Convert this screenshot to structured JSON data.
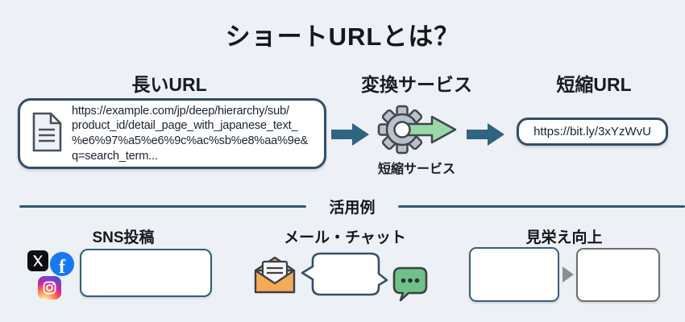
{
  "title": "ショートURLとは？",
  "flow": {
    "long_url": {
      "heading": "長いURL",
      "lines": [
        "https://example.com/jp/deep/hierarchy/sub/",
        "product_id/detail_page_with_japanese_text_",
        "%e6%97%a5%e6%9c%ac%sb%e8%aa%9e&",
        "q=search_term..."
      ],
      "icon": "document-icon"
    },
    "service": {
      "heading": "変換サービス",
      "caption": "短縮サービス",
      "icons": [
        "gear-icon",
        "green-output-arrow"
      ]
    },
    "short_url": {
      "heading": "短縮URL",
      "url": "https://bit.ly/3xYzWvU"
    },
    "connector_icons": [
      "flow-arrow-right",
      "flow-arrow-right"
    ]
  },
  "examples": {
    "divider_label": "活用例",
    "sections": [
      {
        "heading": "SNS投稿",
        "icons": [
          "x-icon",
          "facebook-icon",
          "instagram-icon",
          "post-placeholder-box"
        ]
      },
      {
        "heading": "メール・チャット",
        "icons": [
          "envelope-icon",
          "speech-bubble-icon",
          "chat-dots-icon"
        ]
      },
      {
        "heading": "見栄え向上",
        "icons": [
          "before-box",
          "transition-arrow-icon",
          "after-box"
        ]
      }
    ]
  },
  "colors": {
    "background": "#edf0f5",
    "box_border_navy": "#334e66",
    "flow_arrow_steel_blue": "#2f6480",
    "divider_teal": "#2e5a74",
    "gear_gray": "#b9c2ca",
    "green_arrow": "#9bd8a8",
    "green_chat_bubble": "#6fc188",
    "envelope_orange": "#f5ab55",
    "facebook_blue": "#1877f2",
    "x_black": "#0b0d10",
    "text_dark": "#1b2430"
  }
}
